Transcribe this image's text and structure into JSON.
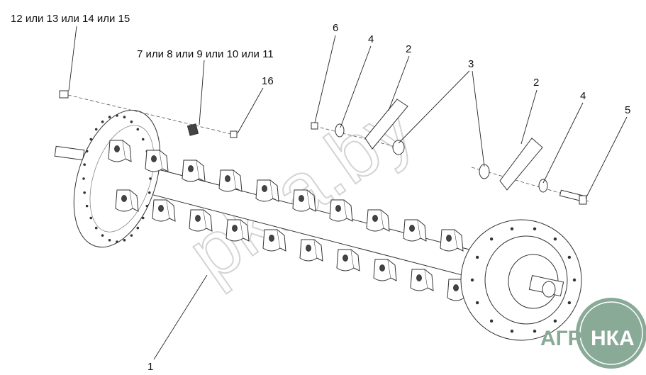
{
  "labels": {
    "l12_15": "12 или 13 или 14 или 15",
    "l7_11": "7 или 8 или 9 или 10 или 11",
    "l16": "16",
    "l6": "6",
    "l4a": "4",
    "l2a": "2",
    "l3": "3",
    "l2b": "2",
    "l4b": "4",
    "l5": "5",
    "l1": "1"
  },
  "watermark": "pkta.by",
  "logo": {
    "left": "АГРО",
    "right": "НКА",
    "color": "#8aaa98"
  }
}
